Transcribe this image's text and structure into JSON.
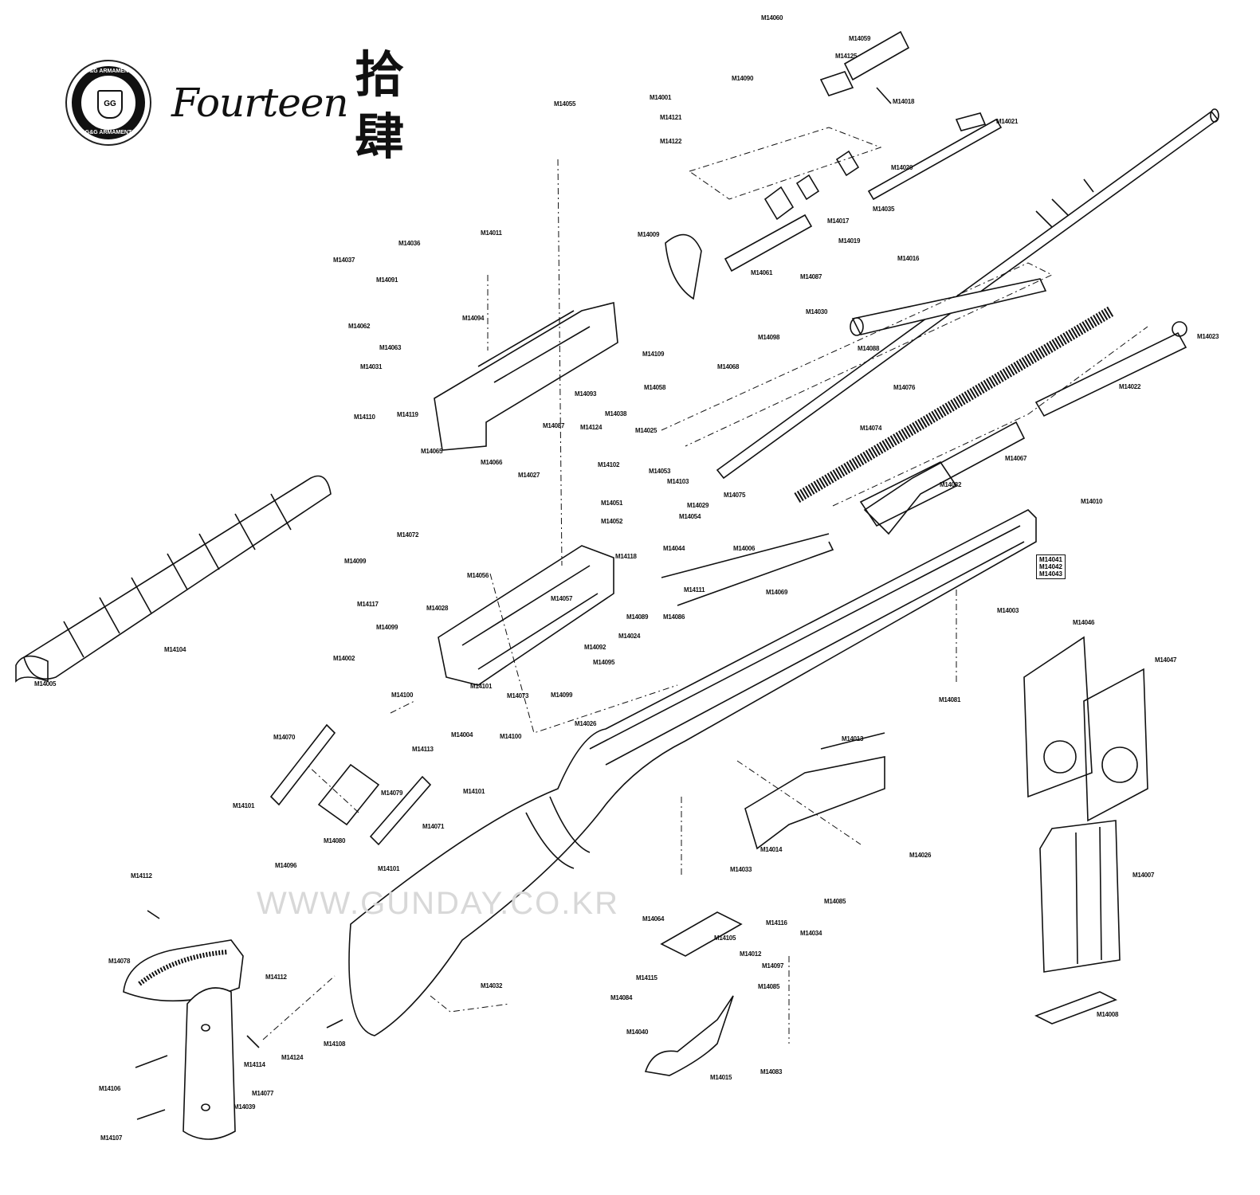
{
  "header": {
    "seal_text": "G&G ARMAMENT",
    "seal_monogram": "GG",
    "model_name": "Fourteen",
    "model_name_cjk": "拾肆",
    "watermark": "WWW.GUNDAY.CO.KR"
  },
  "stock_set_box": [
    "M14041",
    "M14042",
    "M14043"
  ],
  "part_labels": [
    "M14060",
    "M14059",
    "M14125",
    "M14090",
    "M14018",
    "M14021",
    "M14055",
    "M14001",
    "M14121",
    "M14122",
    "M14020",
    "M14035",
    "M14017",
    "M14019",
    "M14009",
    "M14061",
    "M14087",
    "M14016",
    "M14036",
    "M14011",
    "M14037",
    "M14091",
    "M14062",
    "M14094",
    "M14063",
    "M14030",
    "M14098",
    "M14023",
    "M14088",
    "M14068",
    "M14109",
    "M14031",
    "M14058",
    "M14076",
    "M14022",
    "M14093",
    "M14110",
    "M14119",
    "M14038",
    "M14087",
    "M14124",
    "M14025",
    "M14074",
    "M14065",
    "M14066",
    "M14067",
    "M14027",
    "M14102",
    "M14053",
    "M14103",
    "M14075",
    "M14029",
    "M14082",
    "M14010",
    "M14051",
    "M14054",
    "M14052",
    "M14006",
    "M14044",
    "M14118",
    "M14072",
    "M14099",
    "M14056",
    "M14111",
    "M14069",
    "M14117",
    "M14028",
    "M14057",
    "M14089",
    "M14086",
    "M14003",
    "M14099",
    "M14024",
    "M14046",
    "M14092",
    "M14104",
    "M14002",
    "M14095",
    "M14047",
    "M14005",
    "M14101",
    "M14073",
    "M14100",
    "M14099",
    "M14081",
    "M14004",
    "M14100",
    "M14026",
    "M14013",
    "M14070",
    "M14113",
    "M14079",
    "M14101",
    "M14101",
    "M14071",
    "M14014",
    "M14026",
    "M14080",
    "M14096",
    "M14101",
    "M14007",
    "M14112",
    "M14033",
    "M14085",
    "M14034",
    "M14064",
    "M14116",
    "M14105",
    "M14012",
    "M14097",
    "M14078",
    "M14085",
    "M14032",
    "M14112",
    "M14115",
    "M14084",
    "M14008",
    "M14108",
    "M14114",
    "M14124",
    "M14040",
    "M14083",
    "M14015",
    "M14106",
    "M14077",
    "M14039",
    "M14107"
  ]
}
